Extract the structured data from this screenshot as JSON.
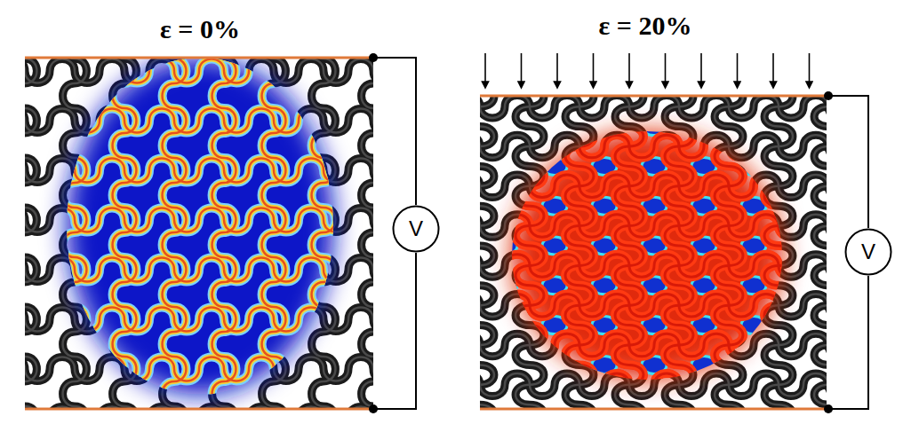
{
  "diagram": {
    "nodes": [
      {
        "text": [
          "V"
        ]
      },
      {
        "text": [
          "V"
        ]
      }
    ],
    "labels": [
      "ε = 0%",
      "ε = 20%"
    ]
  }
}
